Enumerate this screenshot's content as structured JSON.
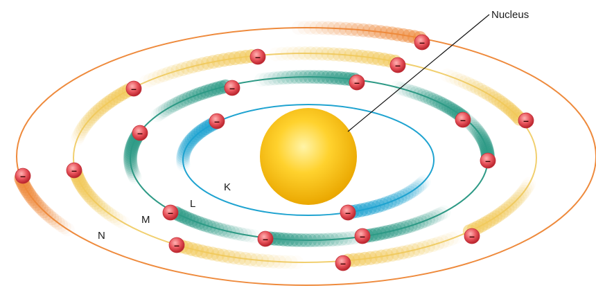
{
  "labels": {
    "nucleus": "Nucleus",
    "shell_k": "K",
    "shell_l": "L",
    "shell_m": "M",
    "shell_n": "N",
    "electron_symbol": "–"
  },
  "colors": {
    "shell_k": "#1fa3d0",
    "shell_l": "#2e9a86",
    "shell_m": "#f1c95a",
    "shell_n": "#ee8a3c",
    "nucleus": "#f6c21c",
    "electron": "#e0474f"
  },
  "electron_counts": {
    "K": 2,
    "L": 8,
    "M": 8,
    "N": 2
  }
}
